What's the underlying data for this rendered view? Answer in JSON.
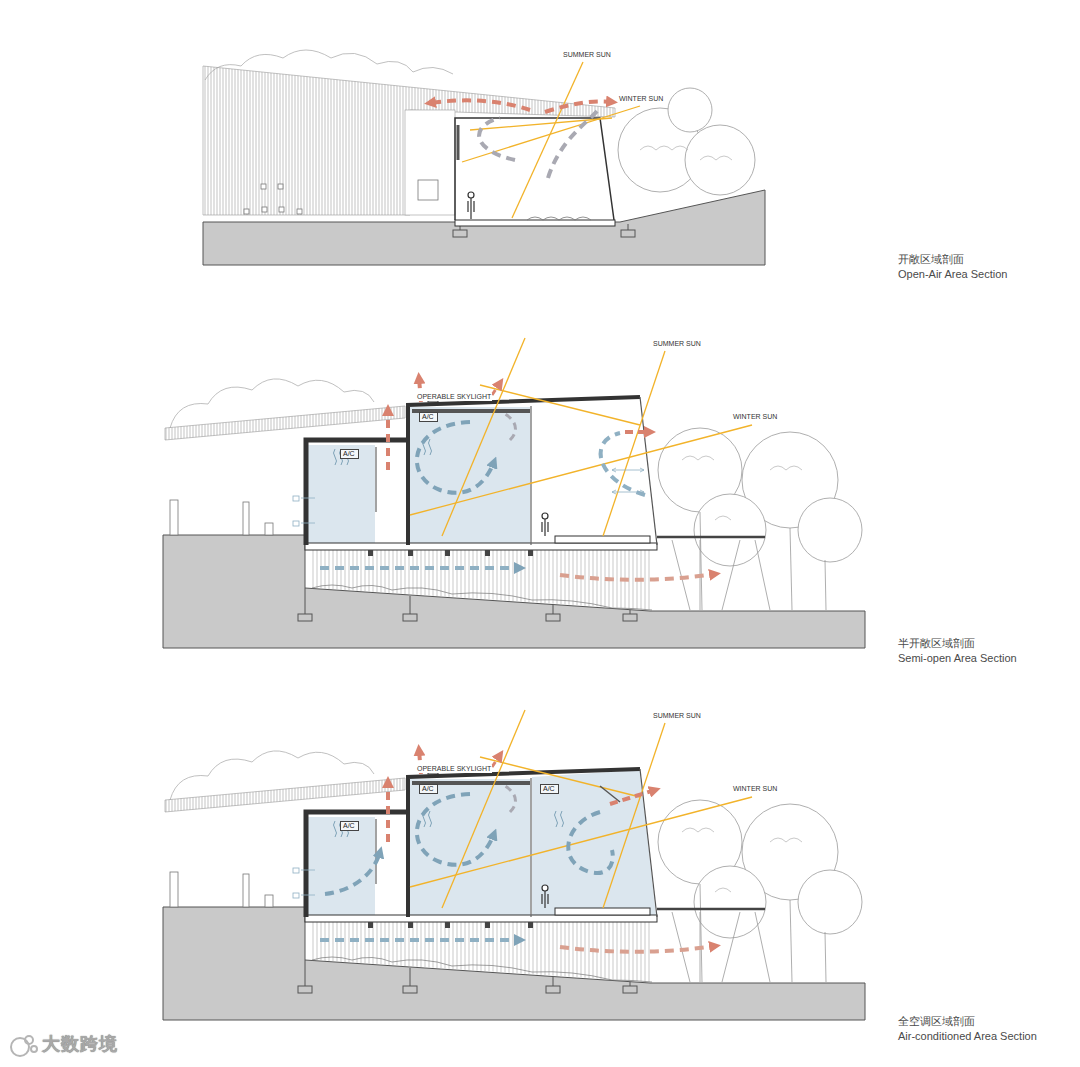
{
  "diagram": {
    "nodes": [
      {
        "text": [
          "A/C"
        ]
      },
      {
        "text": [
          "A/C"
        ]
      },
      {
        "text": [
          "A/C"
        ]
      },
      {
        "text": [
          "A/C"
        ]
      },
      {
        "text": [
          "A/C"
        ]
      }
    ],
    "labels": [
      "SUMMER SUN",
      "WINTER SUN",
      "开敞区域剖面",
      "Open-Air Area Section",
      "OPERABLE SKYLIGHT",
      "SUMMER SUN",
      "WINTER SUN",
      "半开敞区域剖面",
      "Semi-open Area Section",
      "OPERABLE SKYLIGHT",
      "SUMMER SUN",
      "WINTER SUN",
      "全空调区域剖面",
      "Air-conditioned Area Section",
      "大数跨境"
    ]
  }
}
